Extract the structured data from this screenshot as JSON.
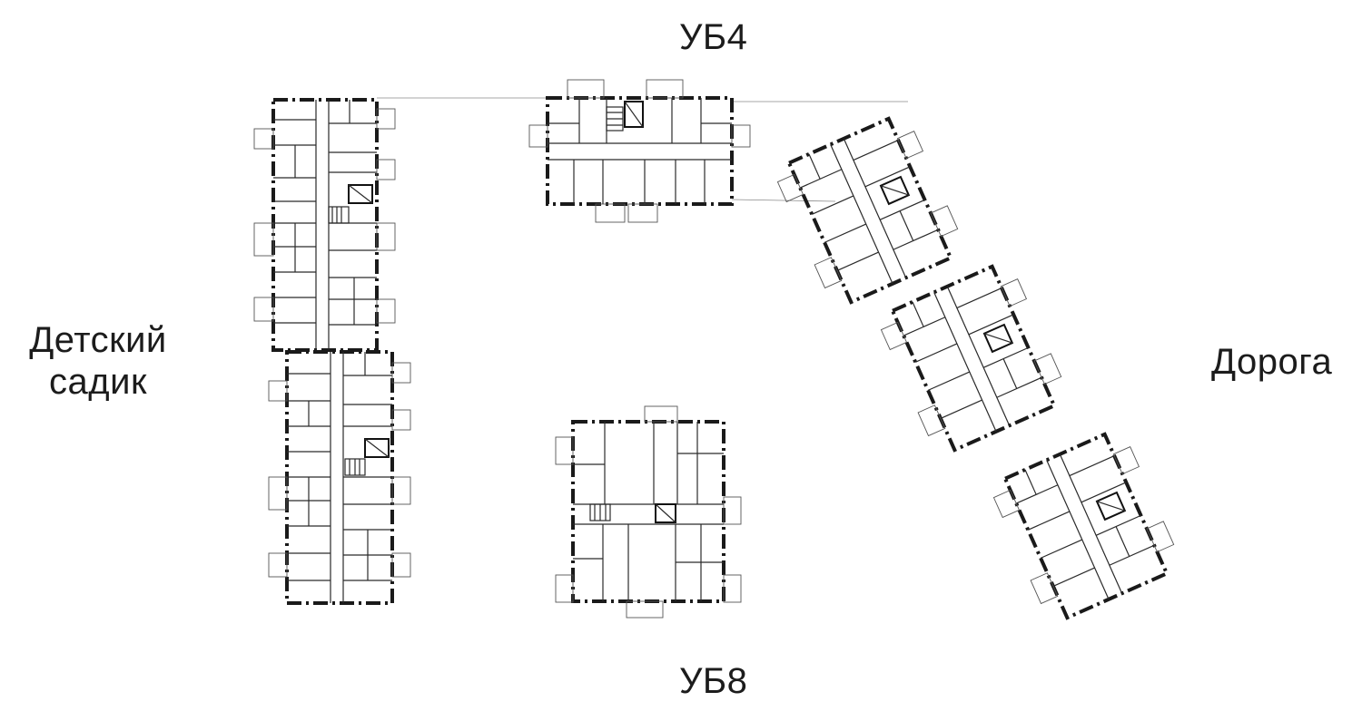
{
  "labels": {
    "top": "УБ4",
    "bottom": "УБ8",
    "left_line1": "Детский",
    "left_line2": "садик",
    "right": "Дорога"
  },
  "colors": {
    "background": "#ffffff",
    "lines": "#1a1a1a"
  }
}
